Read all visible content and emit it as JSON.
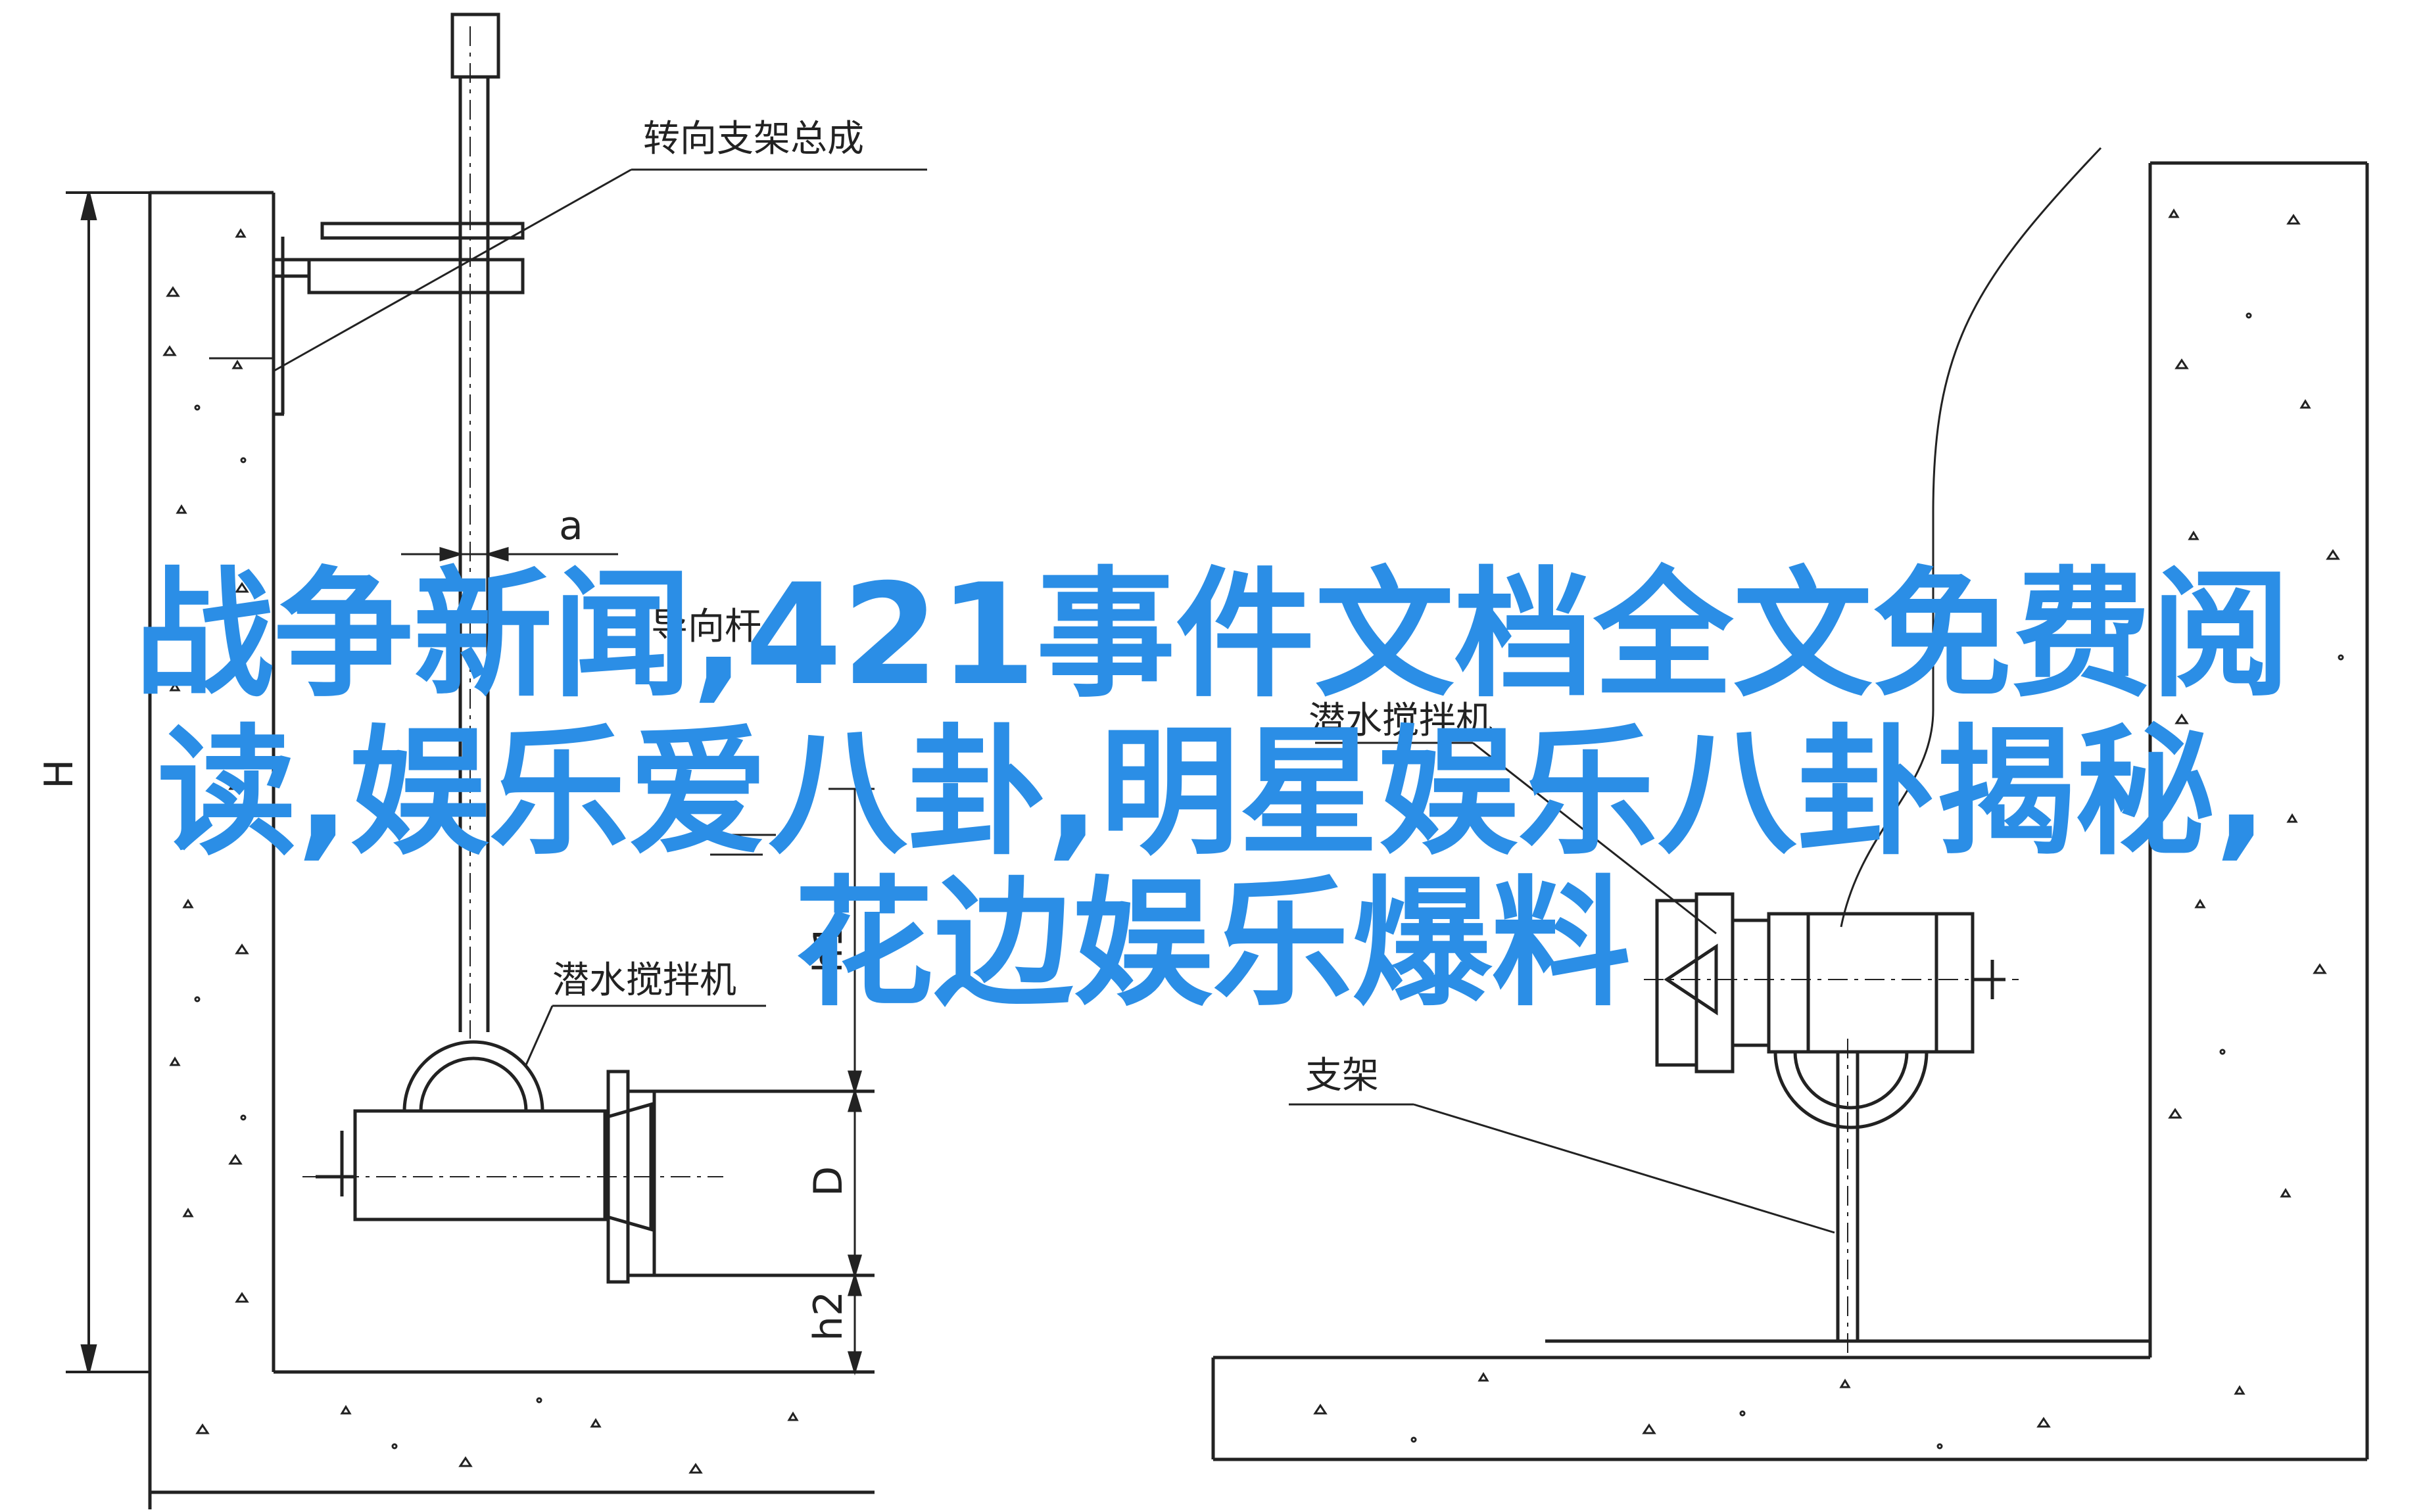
{
  "labels": {
    "steering_bracket": "转向支架总成",
    "guide_rod": "导向杆",
    "mixer_left": "潜水搅拌机",
    "mixer_right": "潜水搅拌机",
    "support": "支架",
    "dim_a": "a",
    "dim_H": "H",
    "dim_h1": "h1",
    "dim_D": "D",
    "dim_h2": "h2"
  },
  "headline": {
    "line1": "战争新闻,421事件文档全文免费阅",
    "line2": "读,娱乐爱八卦,明星娱乐八卦揭秘,",
    "line3": "花边娱乐爆料"
  },
  "colors": {
    "headline": "#2b8ee6",
    "line": "#222222",
    "background": "#ffffff"
  }
}
